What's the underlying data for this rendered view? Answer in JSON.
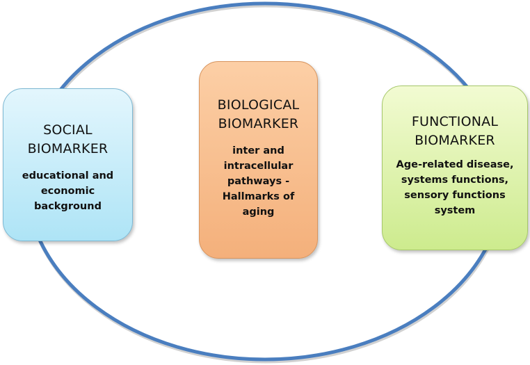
{
  "diagram": {
    "ring": {
      "color": "#4a7ebf",
      "stroke_width": 5
    },
    "boxes": [
      {
        "id": "social",
        "title_line1": "SOCIAL",
        "title_line2": "BIOMARKER",
        "desc_lines": [
          "educational and",
          "economic",
          "background"
        ],
        "color_top": "#e3f6fd",
        "color_bottom": "#aee4f6"
      },
      {
        "id": "biological",
        "title_line1": "BIOLOGICAL",
        "title_line2": "BIOMARKER",
        "desc_lines": [
          "inter and",
          "intracellular",
          "pathways -",
          "Hallmarks of",
          "aging"
        ],
        "color_top": "#fccfa6",
        "color_bottom": "#f4b07b"
      },
      {
        "id": "functional",
        "title_line1": "FUNCTIONAL",
        "title_line2": "BIOMARKER",
        "desc_lines": [
          "Age-related disease,",
          "systems functions,",
          "sensory functions",
          "system"
        ],
        "color_top": "#f2fbd2",
        "color_bottom": "#cdeb8e"
      }
    ]
  }
}
